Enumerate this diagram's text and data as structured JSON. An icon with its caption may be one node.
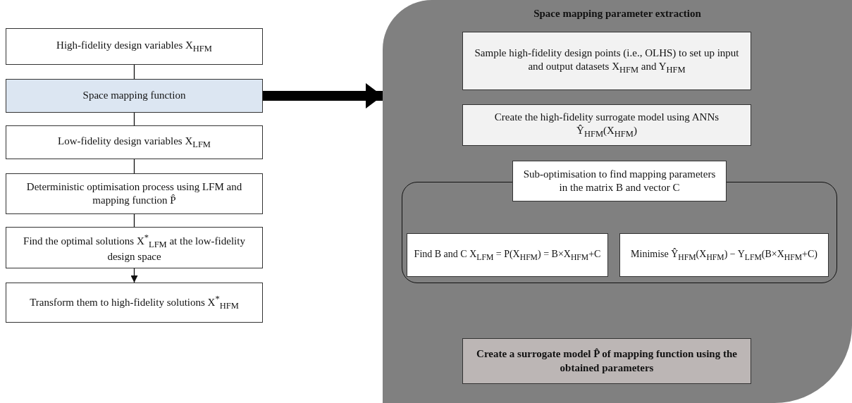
{
  "diagram": {
    "nodes": [
      {
        "text": [
          "High-fidelity design variables X$_{HFM}$"
        ]
      },
      {
        "text": [
          "Space mapping function"
        ]
      },
      {
        "text": [
          "Low-fidelity design variables X$_{LFM}$"
        ]
      },
      {
        "text": [
          "Deterministic optimisation process using LFM and mapping function P̂"
        ]
      },
      {
        "text": [
          "Find the optimal solutions X$^{*}$$_{LFM}$ at the low-fidelity design space"
        ]
      },
      {
        "text": [
          "Transform them to high-fidelity solutions X$^{*}$$_{HFM}$"
        ]
      },
      {
        "text": [
          "Space mapping parameter extraction"
        ]
      },
      {
        "text": [
          "Sample high-fidelity design points (i.e., OLHS) to set up input and output datasets X$_{HFM}$ and Y$_{HFM}$"
        ],
        "in": 6
      },
      {
        "text": [
          "Create the high-fidelity surrogate model using ANNs Ŷ$_{HFM}$(X$_{HFM}$)"
        ],
        "in": 6
      },
      {
        "text": [
          "Sub-optimisation to find mapping parameters in the matrix B and vector C"
        ],
        "in": 6
      },
      {
        "text": [],
        "shape": "box",
        "in": 6
      },
      {
        "text": [
          "Find B and C X$_{LFM}$ = P(X$_{HFM}$) = B×X$_{HFM}$+C"
        ],
        "in": 10
      },
      {
        "text": [
          "Minimise Ŷ$_{HFM}$(X$_{HFM}$) − Y$_{LFM}$(B×X$_{HFM}$+C)"
        ],
        "in": 10
      },
      {
        "text": [
          "Create a surrogate model P̂ of mapping function using the obtained parameters"
        ],
        "in": 6
      }
    ],
    "edges": [
      {
        "from": 0,
        "to": 1,
        "arrow": "none"
      },
      {
        "from": 1,
        "to": 2,
        "arrow": "none"
      },
      {
        "from": 2,
        "to": 3,
        "arrow": "none"
      },
      {
        "from": 3,
        "to": 4,
        "arrow": "none"
      },
      {
        "from": 4,
        "to": 5,
        "arrow": "to"
      },
      {
        "from": 1,
        "to": 6,
        "arrow": "to",
        "style": "thick"
      }
    ]
  }
}
